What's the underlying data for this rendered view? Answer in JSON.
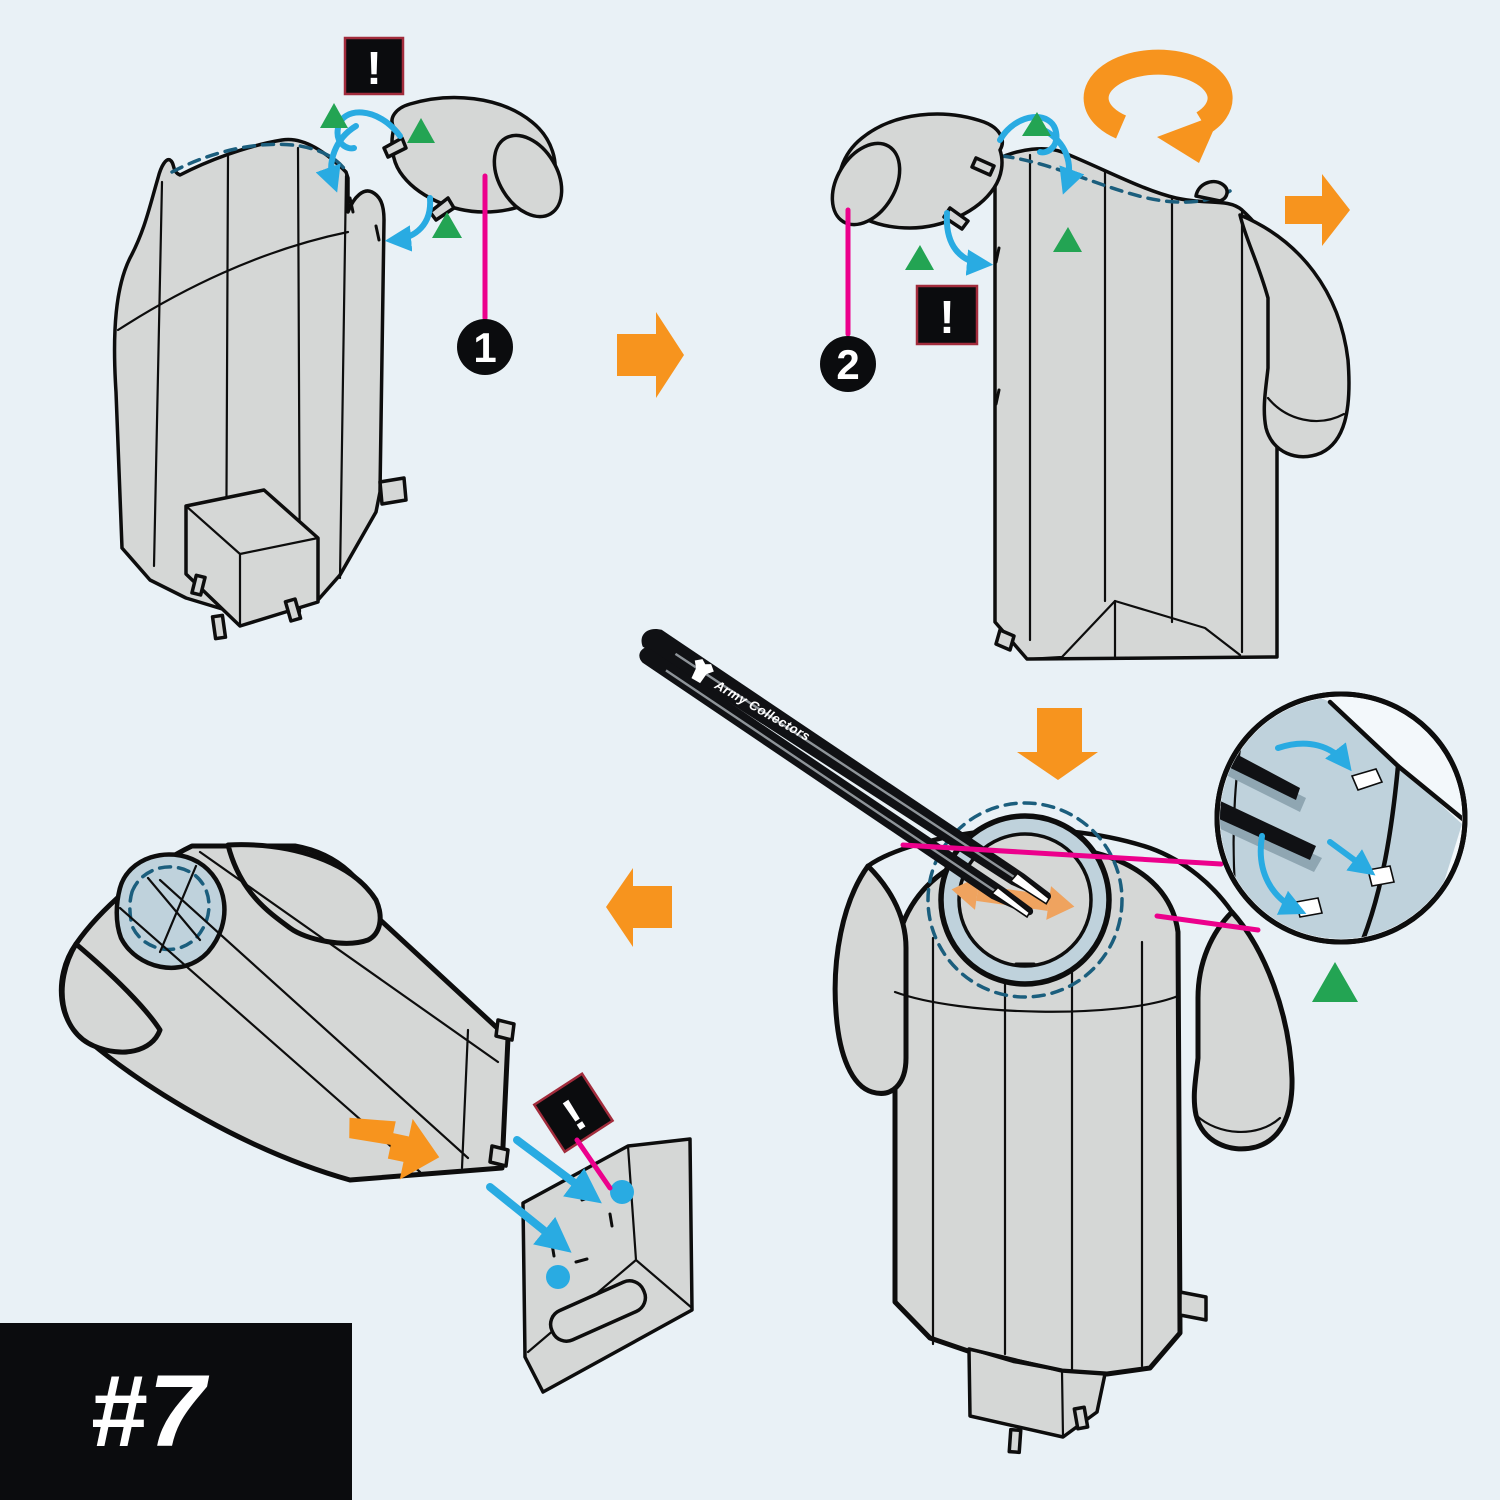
{
  "labels": {
    "step_badge": "#7",
    "marker_1": "1",
    "marker_2": "2",
    "warning_symbol": "!",
    "tweezers_brand": "Army Collectors"
  },
  "icons": {
    "warning": "exclamation-square",
    "rotate": "rotate-clockwise-arrow",
    "step_arrow": "solid-block-arrow",
    "attention": "triangle-up",
    "alignment": "dot",
    "tweezers_logo": "tshirt-icon"
  },
  "palette": {
    "background": "#E9F1F6",
    "part_fill": "#D5D7D6",
    "collar_fill": "#BFD2DC",
    "outline": "#0D0D0D",
    "orange": "#F7941E",
    "orange_soft": "#EFA35F",
    "blue": "#29ABE2",
    "green": "#23A453",
    "magenta": "#EC008C",
    "teal_dash": "#1B5E7D",
    "warning_border": "#A22C3C",
    "label_bg": "#0B0C0E",
    "label_text": "#FFFFFF"
  }
}
